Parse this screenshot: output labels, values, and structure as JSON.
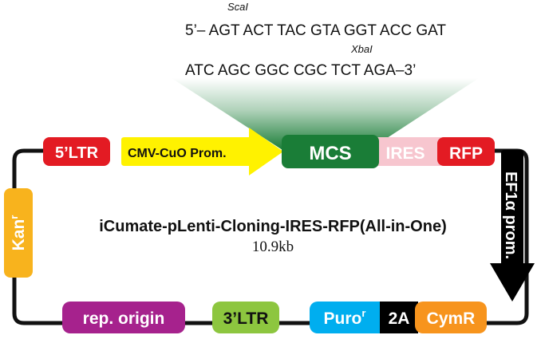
{
  "mcs_sequence": {
    "enzyme_top": "ScaI",
    "line1": "5’–  AGT ACT TAC GTA GGT ACC GAT",
    "enzyme_bottom": "XbaI",
    "line2": "ATC AGC GGC CGC TCT AGA–3’"
  },
  "plasmid": {
    "name": "iCumate-pLenti-Cloning-IRES-RFP(All-in-One)",
    "size": "10.9kb"
  },
  "features": {
    "ltr5": "5’LTR",
    "cmv": "CMV-CuO Prom.",
    "mcs": "MCS",
    "ires": "IRES",
    "rfp": "RFP",
    "ef1a": "EF1α prom.",
    "cymr": "CymR",
    "t2a": "2A",
    "puro": "Puro",
    "puro_sup": "r",
    "ltr3": "3’LTR",
    "ori": "rep. origin",
    "kan": "Kan",
    "kan_sup": "r"
  },
  "colors": {
    "ltr5": "#e31b23",
    "cmv": "#fff200",
    "mcs": "#1a7d37",
    "ires": "#f7c6cf",
    "rfp": "#e31b23",
    "ef1a": "#000000",
    "cymr": "#f7941d",
    "t2a": "#000000",
    "puro": "#00aeef",
    "ltr3": "#8dc63f",
    "ori": "#a6228d",
    "kan": "#f8b31d"
  }
}
